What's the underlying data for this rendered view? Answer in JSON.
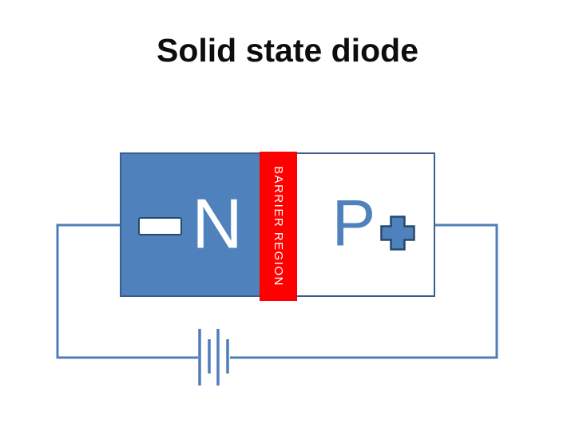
{
  "slide": {
    "title": "Solid state diode"
  },
  "diode": {
    "n_label": "N",
    "p_label": "P",
    "barrier_label": "BARRIER REGION",
    "minus_symbol": "minus-icon",
    "plus_symbol": "plus-icon",
    "battery_symbol": "battery-icon"
  },
  "colors": {
    "title_text": "#0d0d0d",
    "n_region_fill": "#4f81bd",
    "box_border": "#3a5f8d",
    "barrier_fill": "#fe0000",
    "barrier_text": "#ffffff",
    "n_text": "#ffffff",
    "p_text": "#4f81bd",
    "symbol_fill": "#4f81bd",
    "symbol_border": "#27496d",
    "minus_fill": "#ffffff",
    "wire": "#4f7db8"
  }
}
